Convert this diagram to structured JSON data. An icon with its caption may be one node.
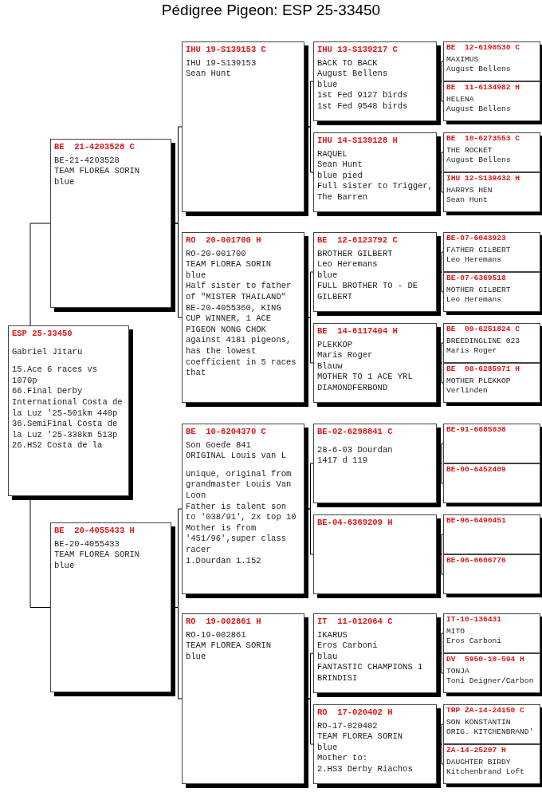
{
  "diagram": {
    "title": "Pédigree Pigeon: ESP 25-33450",
    "nodes": [
      {
        "text": [
          "ESP 25-33450",
          "Gabriel Jitaru",
          "15.Ace 6 races vs 1070p",
          "66.Final Derby International Costa de la Luz '25-501km 440p",
          "36.SemiFinal Costa de la Luz '25-338km 513p",
          "26.HS2 Costa de la"
        ]
      },
      {
        "text": [
          "BE  21-4203528 C",
          "BE-21-4203528",
          "TEAM FLOREA SORIN",
          "blue"
        ]
      },
      {
        "text": [
          "BE  20-4055433 H",
          "BE-20-4055433",
          "TEAM FLOREA SORIN",
          "blue"
        ]
      },
      {
        "text": [
          "IHU 19-S139153 C",
          "IHU 19-S139153",
          "Sean Hunt"
        ]
      },
      {
        "text": [
          "RO  20-001700 H",
          "RO-20-001700",
          "TEAM FLOREA SORIN",
          "blue",
          "Half sister to father of \"MISTER THAILAND\" BE-20-4055360, KING CUP WINNER, 1 ACE PIGEON NONG CHOK against 4181 pigeons, has the lowest coefficient in 5 races that"
        ]
      },
      {
        "text": [
          "BE  10-6204370 C",
          "Son Goede 841",
          "ORIGINAL Louis van L",
          "Unique, original from grandmaster Louis Van Loon",
          "Father is talent son to '038/91', 2x top 10",
          "Mother is from '451/96',super class racer",
          "1.Dourdan 1.152"
        ]
      },
      {
        "text": [
          "RO  19-002861 H",
          "RO-19-002861",
          "TEAM FLOREA SORIN",
          "blue"
        ]
      },
      {
        "text": [
          "IHU 13-S139217 C",
          "BACK TO BACK",
          "August Bellens",
          "blue",
          "1st Fed 9127 birds",
          "1st Fed 9548 birds"
        ]
      },
      {
        "text": [
          "IHU 14-S139128 H",
          "RAQUEL",
          "Sean Hunt",
          "blue pied",
          "Full sister to Trigger, The Barren"
        ]
      },
      {
        "text": [
          "BE  12-6123792 C",
          "BROTHER GILBERT",
          "Leo Heremans",
          "blue",
          "FULL BROTHER TO - DE GILBERT"
        ]
      },
      {
        "text": [
          "BE  14-6117404 H",
          "PLEKKOP",
          "Maris Roger",
          "Blauw",
          "MOTHER TO 1 ACE YRL DIAMONDFERBOND"
        ]
      },
      {
        "text": [
          "BE-02-6298841 C",
          "28-6-03 Dourdan",
          "1417 d 119"
        ]
      },
      {
        "text": [
          "BE-04-6369209 H"
        ]
      },
      {
        "text": [
          "IT  11-012064 C",
          "IKARUS",
          "Eros Carboni",
          "blau",
          "FANTASTIC CHAMPIONS 1 BRINDISI"
        ]
      },
      {
        "text": [
          "RO  17-020402 H",
          "RO-17-020402",
          "TEAM FLOREA SORIN",
          "blue",
          "Mother to:",
          "2.HS3 Derby Riachos"
        ]
      },
      {
        "text": [
          "BE  12-6190530 C",
          "MAXIMUS",
          "August Bellens"
        ]
      },
      {
        "text": [
          "BE  11-6134982 H",
          "HELENA",
          "August Bellens"
        ]
      },
      {
        "text": [
          "BE  10-6273553 C",
          "THE ROCKET",
          "August Bellens"
        ]
      },
      {
        "text": [
          "IHU 12-S139432 H",
          "HARRYS HEN",
          "Sean Hunt"
        ]
      },
      {
        "text": [
          "BE-07-6043923",
          "FATHER GILBERT",
          "Leo Heremans"
        ]
      },
      {
        "text": [
          "BE-07-6369518",
          "MOTHER GILBERT",
          "Leo Heremans"
        ]
      },
      {
        "text": [
          "BE  09-6251824 C",
          "BREEDINGLINE 023",
          "Maris Roger"
        ]
      },
      {
        "text": [
          "BE  08-6285971 H",
          "MOTHER PLEKKOP",
          "Verlinden"
        ]
      },
      {
        "text": [
          "BE-91-6685038"
        ]
      },
      {
        "text": [
          "BE-00-6452409"
        ]
      },
      {
        "text": [
          "BE-96-6490451"
        ]
      },
      {
        "text": [
          "BE-96-6606776"
        ]
      },
      {
        "text": [
          "IT-10-136431",
          "MITO",
          "Eros Carboni"
        ]
      },
      {
        "text": [
          "DV  5950-10-594 H",
          "TONJA",
          "Toni Deigner/Carbon"
        ]
      },
      {
        "text": [
          "TRP ZA-14-24150 C",
          "SON KONSTANTIN",
          "ORIG. KITCHENBRAND'"
        ]
      },
      {
        "text": [
          "ZA-14-25207 H",
          "DAUGHTER BIRDY",
          "Kitchenbrand Loft"
        ]
      }
    ],
    "edges": [
      {
        "from": 0,
        "to": 1,
        "arrow": "none"
      },
      {
        "from": 0,
        "to": 2,
        "arrow": "none"
      },
      {
        "from": 1,
        "to": 3,
        "arrow": "none"
      },
      {
        "from": 1,
        "to": 4,
        "arrow": "none"
      },
      {
        "from": 2,
        "to": 5,
        "arrow": "none"
      },
      {
        "from": 2,
        "to": 6,
        "arrow": "none"
      },
      {
        "from": 3,
        "to": 7,
        "arrow": "none"
      },
      {
        "from": 3,
        "to": 8,
        "arrow": "none"
      },
      {
        "from": 4,
        "to": 9,
        "arrow": "none"
      },
      {
        "from": 4,
        "to": 10,
        "arrow": "none"
      },
      {
        "from": 5,
        "to": 11,
        "arrow": "none"
      },
      {
        "from": 5,
        "to": 12,
        "arrow": "none"
      },
      {
        "from": 6,
        "to": 13,
        "arrow": "none"
      },
      {
        "from": 6,
        "to": 14,
        "arrow": "none"
      },
      {
        "from": 7,
        "to": 15,
        "arrow": "none"
      },
      {
        "from": 7,
        "to": 16,
        "arrow": "none"
      },
      {
        "from": 8,
        "to": 17,
        "arrow": "none"
      },
      {
        "from": 8,
        "to": 18,
        "arrow": "none"
      },
      {
        "from": 9,
        "to": 19,
        "arrow": "none"
      },
      {
        "from": 9,
        "to": 20,
        "arrow": "none"
      },
      {
        "from": 10,
        "to": 21,
        "arrow": "none"
      },
      {
        "from": 10,
        "to": 22,
        "arrow": "none"
      },
      {
        "from": 11,
        "to": 23,
        "arrow": "none"
      },
      {
        "from": 11,
        "to": 24,
        "arrow": "none"
      },
      {
        "from": 12,
        "to": 25,
        "arrow": "none"
      },
      {
        "from": 12,
        "to": 26,
        "arrow": "none"
      },
      {
        "from": 13,
        "to": 27,
        "arrow": "none"
      },
      {
        "from": 13,
        "to": 28,
        "arrow": "none"
      },
      {
        "from": 14,
        "to": 29,
        "arrow": "none"
      },
      {
        "from": 14,
        "to": 30,
        "arrow": "none"
      }
    ]
  }
}
